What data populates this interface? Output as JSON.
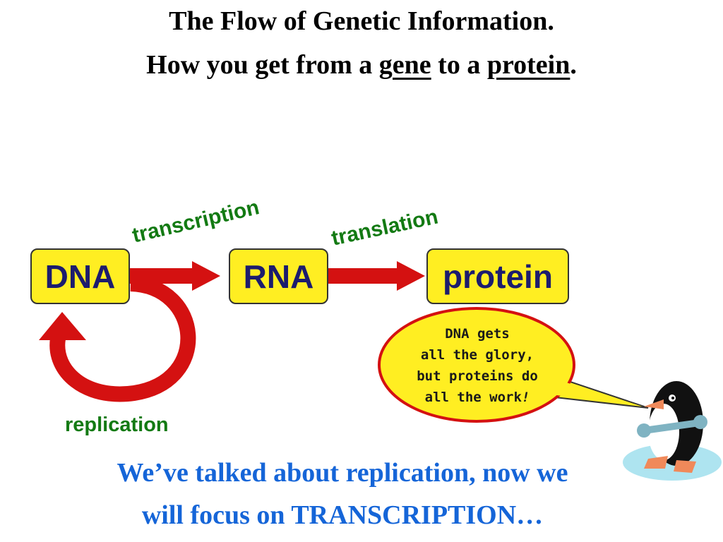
{
  "header": {
    "line1": "The Flow of Genetic Information.",
    "line2_prefix": "How you get from a ",
    "line2_gene": "gene",
    "line2_middle": " to a ",
    "line2_protein": "protein",
    "line2_suffix": "."
  },
  "diagram": {
    "nodes": {
      "dna": "DNA",
      "rna": "RNA",
      "protein": "protein"
    },
    "labels": {
      "transcription": "transcription",
      "translation": "translation",
      "replication": "replication"
    }
  },
  "speech_bubble": {
    "line1": "DNA gets",
    "line2": "all the glory,",
    "line3": "but proteins do",
    "line4_prefix": "all the work",
    "line4_emphasis": "!"
  },
  "footer": {
    "line1": "We’ve talked about replication, now we",
    "line2": "will focus on TRANSCRIPTION…"
  },
  "colors": {
    "box_fill": "#ffee22",
    "box_text": "#1c1c6e",
    "arrow": "#d41111",
    "label": "#137a13",
    "footer_text": "#1565d8",
    "bubble_fill": "#ffee22",
    "bubble_border": "#d41111"
  },
  "icons": {
    "mascot": "penguin-with-wrench-icon"
  }
}
